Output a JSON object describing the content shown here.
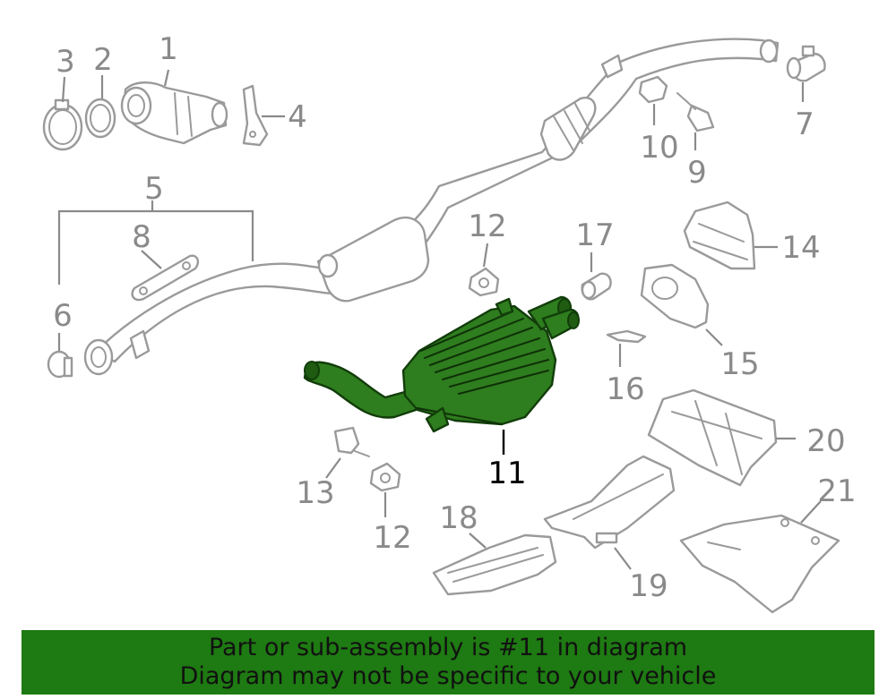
{
  "callouts": {
    "c1": "1",
    "c2": "2",
    "c3": "3",
    "c4": "4",
    "c5": "5",
    "c6": "6",
    "c7": "7",
    "c8": "8",
    "c9": "9",
    "c10": "10",
    "c11": "11",
    "c12a": "12",
    "c12b": "12",
    "c13": "13",
    "c14": "14",
    "c15": "15",
    "c16": "16",
    "c17": "17",
    "c18": "18",
    "c19": "19",
    "c20": "20",
    "c21": "21"
  },
  "banner": {
    "line1": "Part or sub-assembly is #11 in diagram",
    "line2": "Diagram may not be specific to your vehicle"
  },
  "colors": {
    "highlight": "#2e7d1e",
    "banner": "#1e7a12",
    "line_art": "#9a9a9a"
  }
}
